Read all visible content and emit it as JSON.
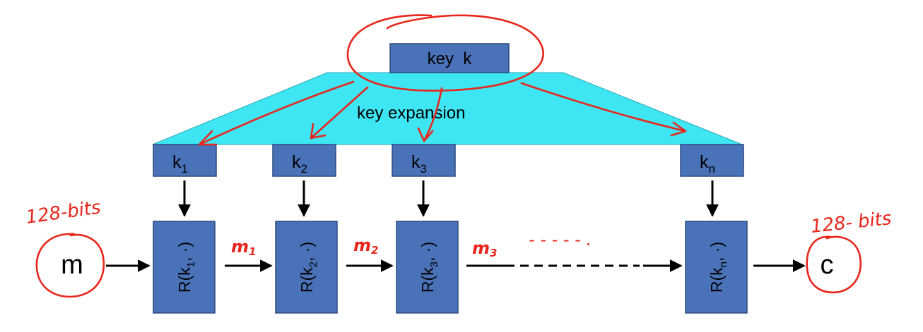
{
  "key": {
    "label": "key  k"
  },
  "expansion": {
    "label": "key expansion"
  },
  "round_keys": [
    {
      "base": "k",
      "sub": "1"
    },
    {
      "base": "k",
      "sub": "2"
    },
    {
      "base": "k",
      "sub": "3"
    },
    {
      "base": "k",
      "sub": "n"
    }
  ],
  "rounds": [
    {
      "prefix": "R(k",
      "sub": "1",
      "suffix": ", ·)"
    },
    {
      "prefix": "R(k",
      "sub": "2",
      "suffix": ", ·)"
    },
    {
      "prefix": "R(k",
      "sub": "3",
      "suffix": ", ·)"
    },
    {
      "prefix": "R(k",
      "sub": "n",
      "suffix": ", ·)"
    }
  ],
  "input": {
    "label": "m"
  },
  "output": {
    "label": "c"
  },
  "annotations": {
    "input_bits": "128-bits",
    "output_bits": "128- bits",
    "m1": "m",
    "m1_sub": "1",
    "m2": "m",
    "m2_sub": "2",
    "m3": "m",
    "m3_sub": "3",
    "dots": "- - - - - ."
  },
  "colors": {
    "box": "#4a72b8",
    "trapezoid": "#3ee6f4",
    "ink": "#e8261c"
  }
}
